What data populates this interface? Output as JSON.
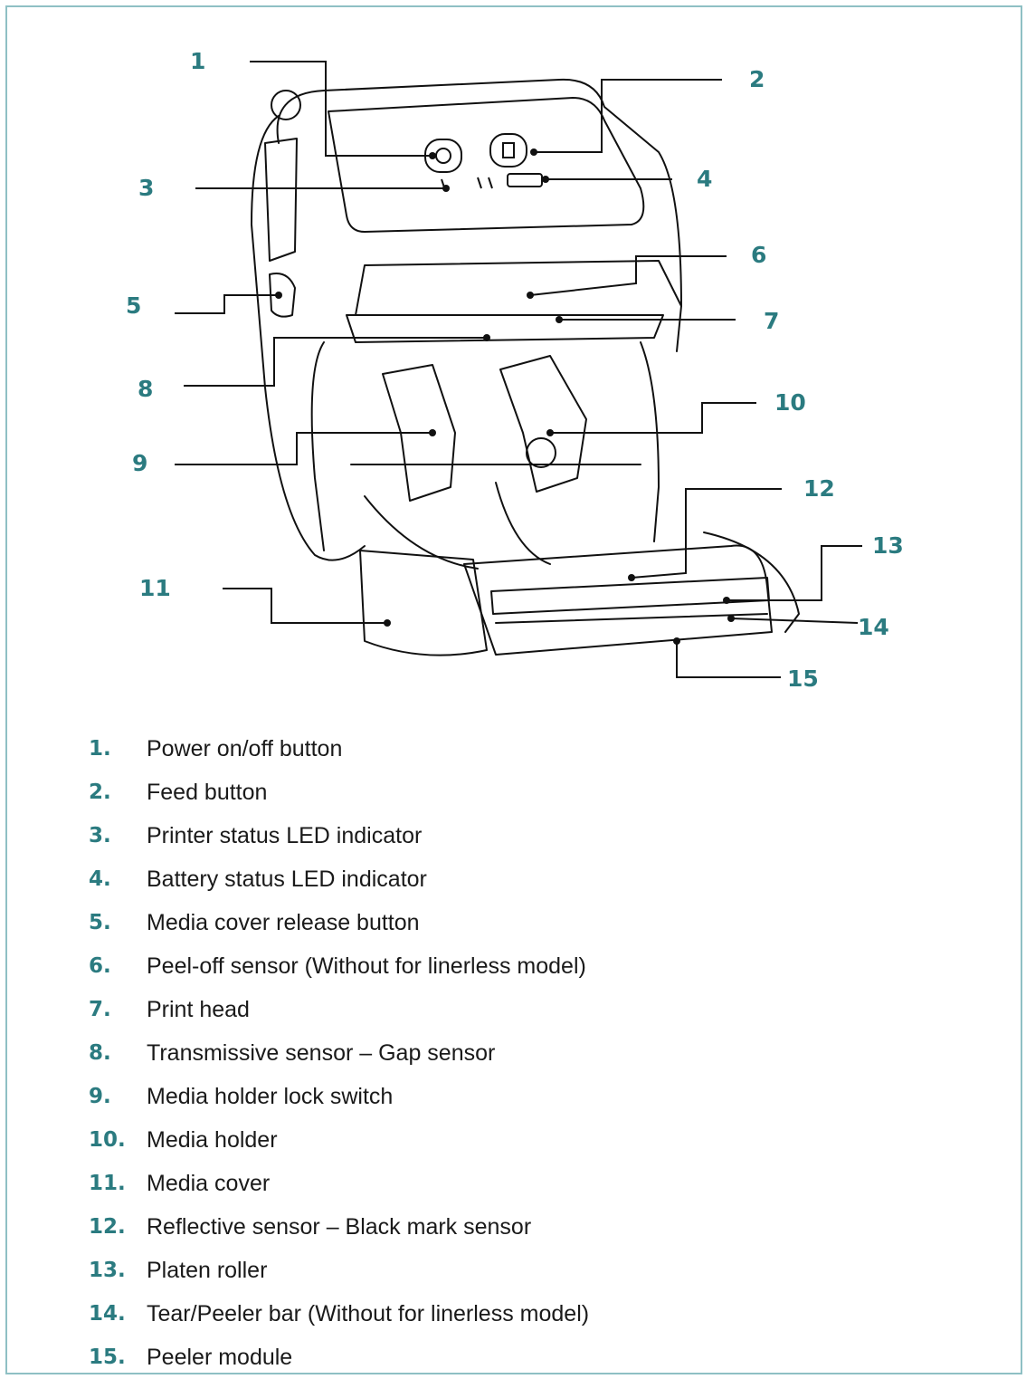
{
  "colors": {
    "accent": "#2b7b80",
    "frame": "#8fc0c4",
    "line": "#111111"
  },
  "callouts": [
    {
      "num": "1",
      "label": "Power on/off button"
    },
    {
      "num": "2",
      "label": "Feed button"
    },
    {
      "num": "3",
      "label": "Printer status LED indicator"
    },
    {
      "num": "4",
      "label": "Battery status LED indicator"
    },
    {
      "num": "5",
      "label": "Media cover release button"
    },
    {
      "num": "6",
      "label": "Peel-off sensor (Without for linerless model)"
    },
    {
      "num": "7",
      "label": "Print head"
    },
    {
      "num": "8",
      "label": "Transmissive sensor – Gap sensor"
    },
    {
      "num": "9",
      "label": "Media holder lock switch"
    },
    {
      "num": "10",
      "label": "Media holder"
    },
    {
      "num": "11",
      "label": "Media cover"
    },
    {
      "num": "12",
      "label": "Reflective sensor – Black mark sensor"
    },
    {
      "num": "13",
      "label": "Platen roller"
    },
    {
      "num": "14",
      "label": "Tear/Peeler bar (Without for linerless model)"
    },
    {
      "num": "15",
      "label": "Peeler module"
    }
  ],
  "legend_items": [
    {
      "num": "1.",
      "label": "Power on/off button"
    },
    {
      "num": "2.",
      "label": "Feed button"
    },
    {
      "num": "3.",
      "label": "Printer status LED indicator"
    },
    {
      "num": "4.",
      "label": "Battery status LED indicator"
    },
    {
      "num": "5.",
      "label": "Media cover release button"
    },
    {
      "num": "6.",
      "label": "Peel-off sensor (Without for linerless model)"
    },
    {
      "num": "7.",
      "label": "Print head"
    },
    {
      "num": "8.",
      "label": "Transmissive sensor – Gap sensor"
    },
    {
      "num": "9.",
      "label": "Media holder lock switch"
    },
    {
      "num": "10.",
      "label": "Media holder"
    },
    {
      "num": "11.",
      "label": "Media cover"
    },
    {
      "num": "12.",
      "label": "Reflective sensor – Black mark sensor"
    },
    {
      "num": "13.",
      "label": "Platen roller"
    },
    {
      "num": "14.",
      "label": "Tear/Peeler bar (Without for linerless model)"
    },
    {
      "num": "15.",
      "label": "Peeler module"
    }
  ]
}
